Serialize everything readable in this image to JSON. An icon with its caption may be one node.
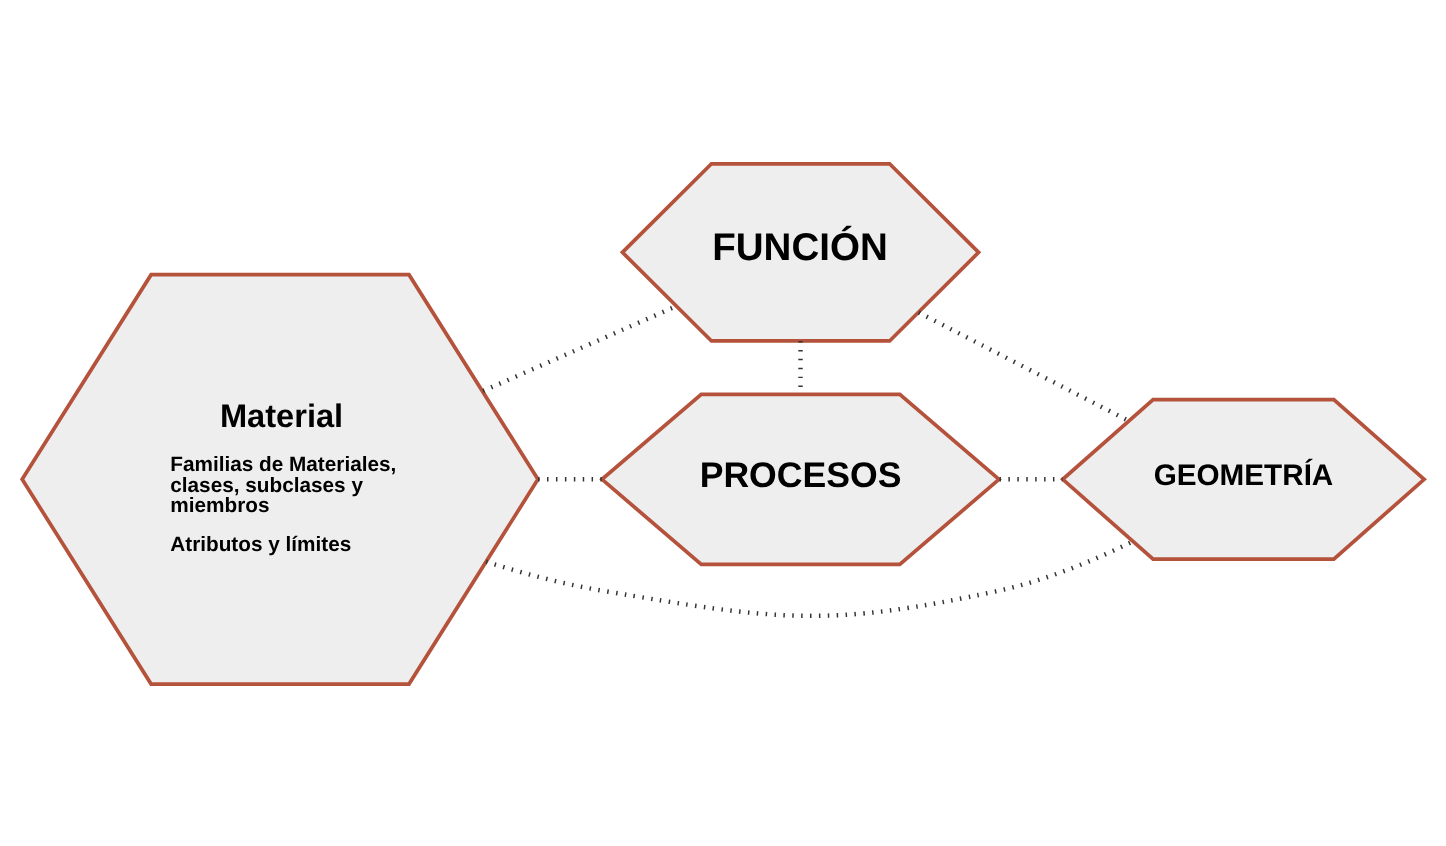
{
  "diagram": {
    "nodes": [
      {
        "text": [
          "Material",
          "Familias de Materiales, clases, subclases y miembros",
          "Atributos y límites"
        ]
      },
      {
        "text": [
          "FUNCIÓN"
        ]
      },
      {
        "text": [
          "GEOMETRÍA"
        ]
      },
      {
        "text": [
          "PROCESOS"
        ]
      }
    ],
    "edges": [
      {
        "from": 0,
        "to": 1,
        "arrow": "none"
      },
      {
        "from": 0,
        "to": 2,
        "arrow": "none"
      },
      {
        "from": 0,
        "to": 3,
        "arrow": "none"
      },
      {
        "from": 1,
        "to": 3,
        "arrow": "none"
      },
      {
        "from": 1,
        "to": 2,
        "arrow": "none"
      },
      {
        "from": 3,
        "to": 2,
        "arrow": "none"
      }
    ]
  }
}
